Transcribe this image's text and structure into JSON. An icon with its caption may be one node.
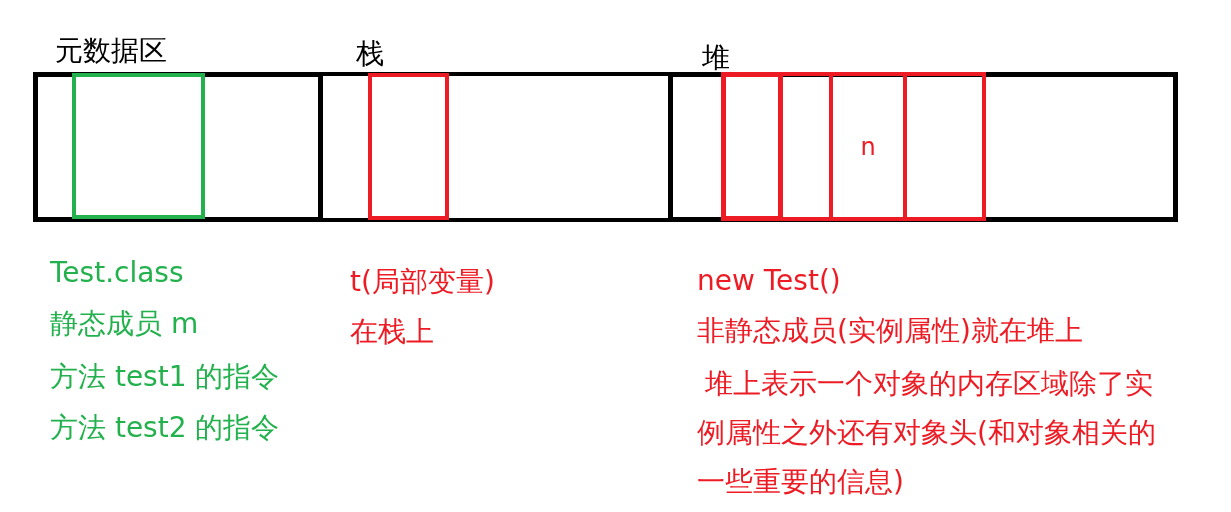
{
  "diagram": {
    "nodes": [
      {
        "text": [
          "元数据区"
        ],
        "beside": [
          "Test.class",
          "静态成员 m",
          "方法 test1 的指令",
          "方法 test2 的指令"
        ]
      },
      {
        "text": [],
        "shape": "box",
        "in": 0
      },
      {
        "text": [
          "栈"
        ],
        "beside": [
          "t(局部变量)",
          "在栈上"
        ]
      },
      {
        "text": [],
        "shape": "box",
        "in": 2
      },
      {
        "text": [
          "堆"
        ],
        "beside": [
          "new Test()",
          "非静态成员(实例属性)就在堆上",
          "堆上表示一个对象的内存区域除了实例属性之外还有对象头(和对象相关的一些重要的信息)"
        ]
      },
      {
        "text": [],
        "shape": "box",
        "in": 4
      },
      {
        "text": [],
        "shape": "box",
        "in": 4
      },
      {
        "text": [
          "n"
        ],
        "in": 4
      },
      {
        "text": [],
        "shape": "box",
        "in": 4
      }
    ]
  }
}
